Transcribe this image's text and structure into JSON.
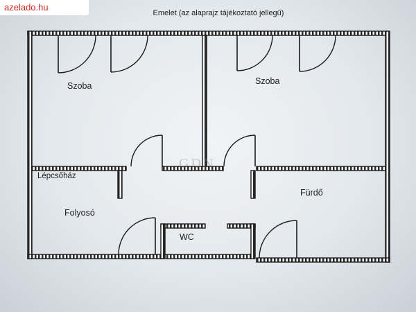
{
  "site_tag": "azelado.hu",
  "plan_title": "Emelet (az alaprajz tájékoztató jellegű)",
  "watermark": "GDN",
  "rooms": {
    "szoba_left": "Szoba",
    "szoba_right": "Szoba",
    "lepcsohaz": "Lépcsőház",
    "folyoso": "Folyosó",
    "furdo": "Fürdő",
    "wc": "WC"
  },
  "colors": {
    "wall": "#1b1b1b",
    "wall_fill": "#ffffff",
    "site_tag_text": "#d4281f"
  }
}
